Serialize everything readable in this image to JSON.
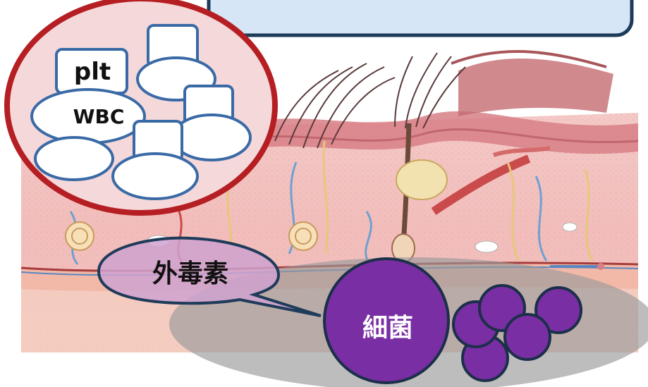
{
  "labels": {
    "platelet": "plt",
    "wbc": "WBC",
    "exotoxin": "外毒素",
    "bacteria": "細菌"
  },
  "colors": {
    "callout_fill": "#d6e6f7",
    "callout_stroke": "#1f3b5a",
    "cell_stroke": "#3a6aa6",
    "ring_stroke": "#b51e22",
    "ring_fill": "#f4d8da",
    "bacteria_fill": "#7a2ea3",
    "bacteria_stroke": "#1b2f4a",
    "toxin_bubble": "#cfa2cf",
    "shadow": "#999999"
  }
}
